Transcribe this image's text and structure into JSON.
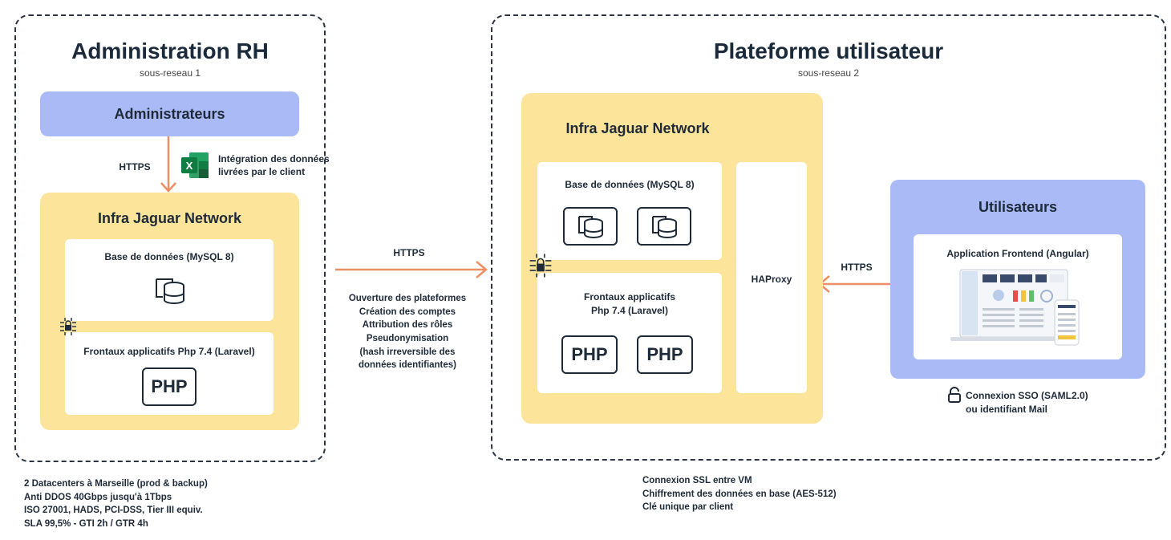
{
  "left_zone": {
    "title": "Administration RH",
    "subtitle": "sous-reseau 1",
    "admins_label": "Administrateurs",
    "https_label": "HTTPS",
    "integration_text": "Intégration des données livrées par le client",
    "infra_label": "Infra Jaguar Network",
    "db_label": "Base de données (MySQL 8)",
    "front_label": "Frontaux applicatifs Php 7.4 (Laravel)",
    "php_label": "PHP"
  },
  "middle": {
    "https_label": "HTTPS",
    "actions": [
      "Ouverture des plateformes",
      "Création des comptes",
      "Attribution des rôles",
      "Pseudonymisation",
      "(hash irreversible des",
      "données identifiantes)"
    ]
  },
  "right_zone": {
    "title": "Plateforme utilisateur",
    "subtitle": "sous-reseau 2",
    "infra_label": "Infra Jaguar Network",
    "db_label": "Base de données (MySQL 8)",
    "front_label_1": "Frontaux applicatifs",
    "front_label_2": "Php 7.4 (Laravel)",
    "php_label": "PHP",
    "haproxy_label": "HAProxy",
    "https_label": "HTTPS",
    "users_label": "Utilisateurs",
    "app_label": "Application Frontend (Angular)",
    "sso_line_1": "Connexion SSO (SAML2.0)",
    "sso_line_2": "ou identifiant Mail"
  },
  "footer_left": [
    "2 Datacenters à Marseille  (prod & backup)",
    "Anti DDOS 40Gbps jusqu'à 1Tbps",
    "ISO 27001, HADS, PCI-DSS, Tier III equiv.",
    "SLA 99,5% - GTI 2h / GTR 4h"
  ],
  "footer_right": [
    "Connexion SSL entre VM",
    "Chiffrement des données en base (AES-512)",
    "Clé unique par client"
  ],
  "colors": {
    "blue": "#a9baf7",
    "yellow": "#fde49b",
    "arrow": "#ee8e64",
    "excel_green": "#1f7a45"
  },
  "icons": [
    "excel-icon",
    "database-icon",
    "lock-chip-icon",
    "padlock-icon",
    "laptop-dashboard-image"
  ]
}
